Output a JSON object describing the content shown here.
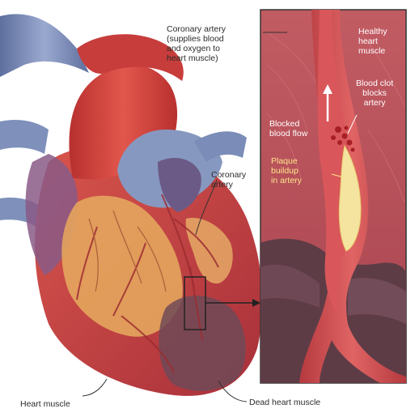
{
  "labels": {
    "coronary_artery_top": "Coronary artery\n(supplies blood\nand oxygen to\nheart muscle)",
    "coronary_artery_side": "Coronary\nartery",
    "heart_muscle": "Heart muscle",
    "dead_heart_muscle": "Dead heart muscle",
    "healthy_heart_muscle": "Healthy\nheart\nmuscle",
    "blood_clot": "Blood clot\nblocks\nartery",
    "blocked_blood_flow": "Blocked\nblood flow",
    "plaque_buildup": "Plaque\nbuildup\nin artery"
  },
  "colors": {
    "heart_red": "#c9423f",
    "aorta_red": "#d9473f",
    "vein_blue": "#7d8fb8",
    "fat_yellow": "#e7a75b",
    "dead_muscle": "#6d4a55",
    "inset_bg": "#b9525a",
    "plaque": "#f4e6a2"
  }
}
